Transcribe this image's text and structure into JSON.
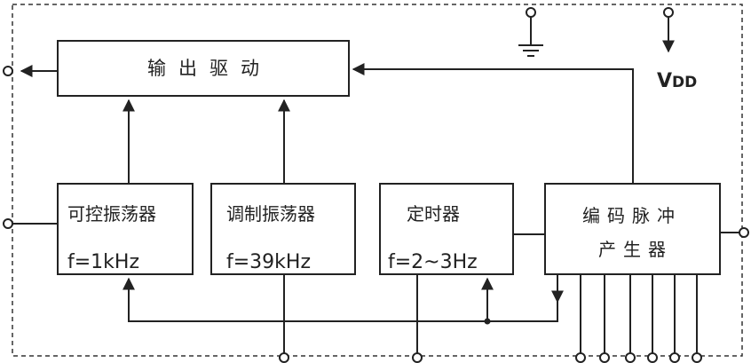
{
  "blocks": {
    "output_driver": {
      "label": "输出驱动"
    },
    "controlled_oscillator": {
      "label": "可控振荡器",
      "freq": "f=1kHz"
    },
    "modulation_oscillator": {
      "label": "调制振荡器",
      "freq": "f=39kHz"
    },
    "timer": {
      "label": "定时器",
      "freq": "f=2~3Hz"
    },
    "encoder_pulse_generator": {
      "line1": "编码脉冲",
      "line2": "产生器"
    }
  },
  "power": {
    "vdd_main": "V",
    "vdd_sub": "DD"
  }
}
